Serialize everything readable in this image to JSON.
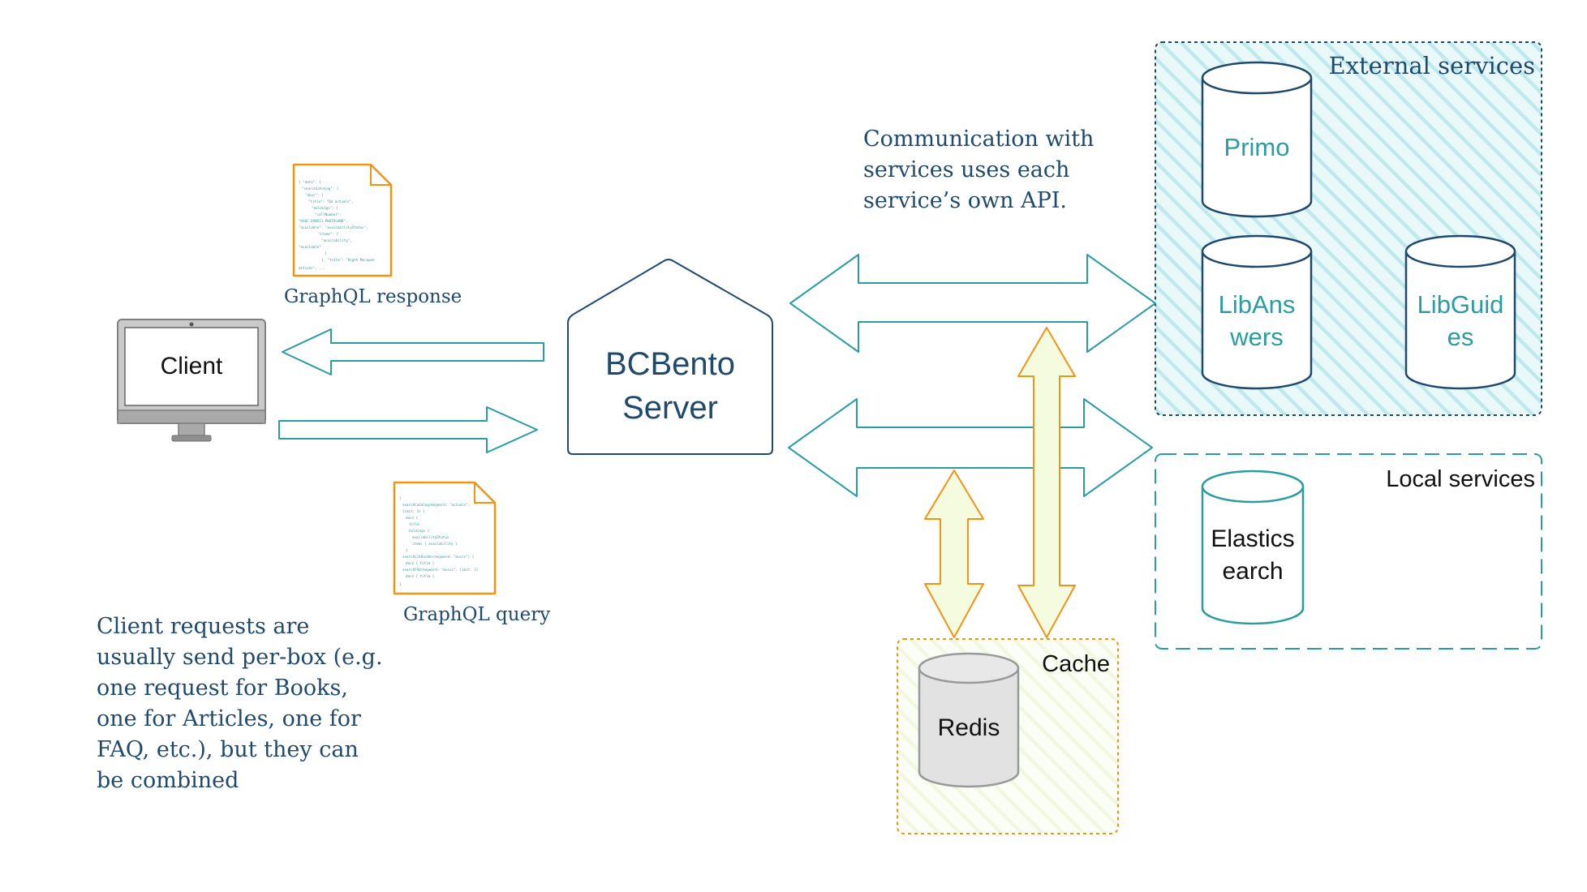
{
  "colors": {
    "teal": "#2a9da3",
    "navy": "#1f4a6e",
    "orange": "#f29411",
    "light_green": "#f4fbdf",
    "grey": "#999999",
    "ext_fill": "#d6f2f4"
  },
  "client": {
    "label": "Client"
  },
  "server": {
    "label_line1": "BCBento",
    "label_line2": "Server"
  },
  "graphql_response": {
    "label": "GraphQL response",
    "icon": "json-document-icon"
  },
  "graphql_query": {
    "label": "GraphQL query",
    "icon": "json-document-icon"
  },
  "client_note": {
    "lines": [
      "Client requests are",
      "usually send per-box (e.g.",
      "one request for Books,",
      "one for Articles, one for",
      "FAQ, etc.), but they can",
      "be combined"
    ]
  },
  "comm_note": {
    "lines": [
      "Communication with",
      "services uses each",
      "service’s  own API."
    ]
  },
  "external_services": {
    "title": "External services",
    "primo": {
      "line1": "Primo"
    },
    "libanswers": {
      "line1": "LibAns",
      "line2": "wers"
    },
    "libguides": {
      "line1": "LibGuid",
      "line2": "es"
    }
  },
  "local_services": {
    "title": "Local services",
    "elasticsearch": {
      "line1": "Elastics",
      "line2": "earch"
    }
  },
  "cache": {
    "title": "Cache",
    "redis": {
      "line1": "Redis"
    }
  }
}
